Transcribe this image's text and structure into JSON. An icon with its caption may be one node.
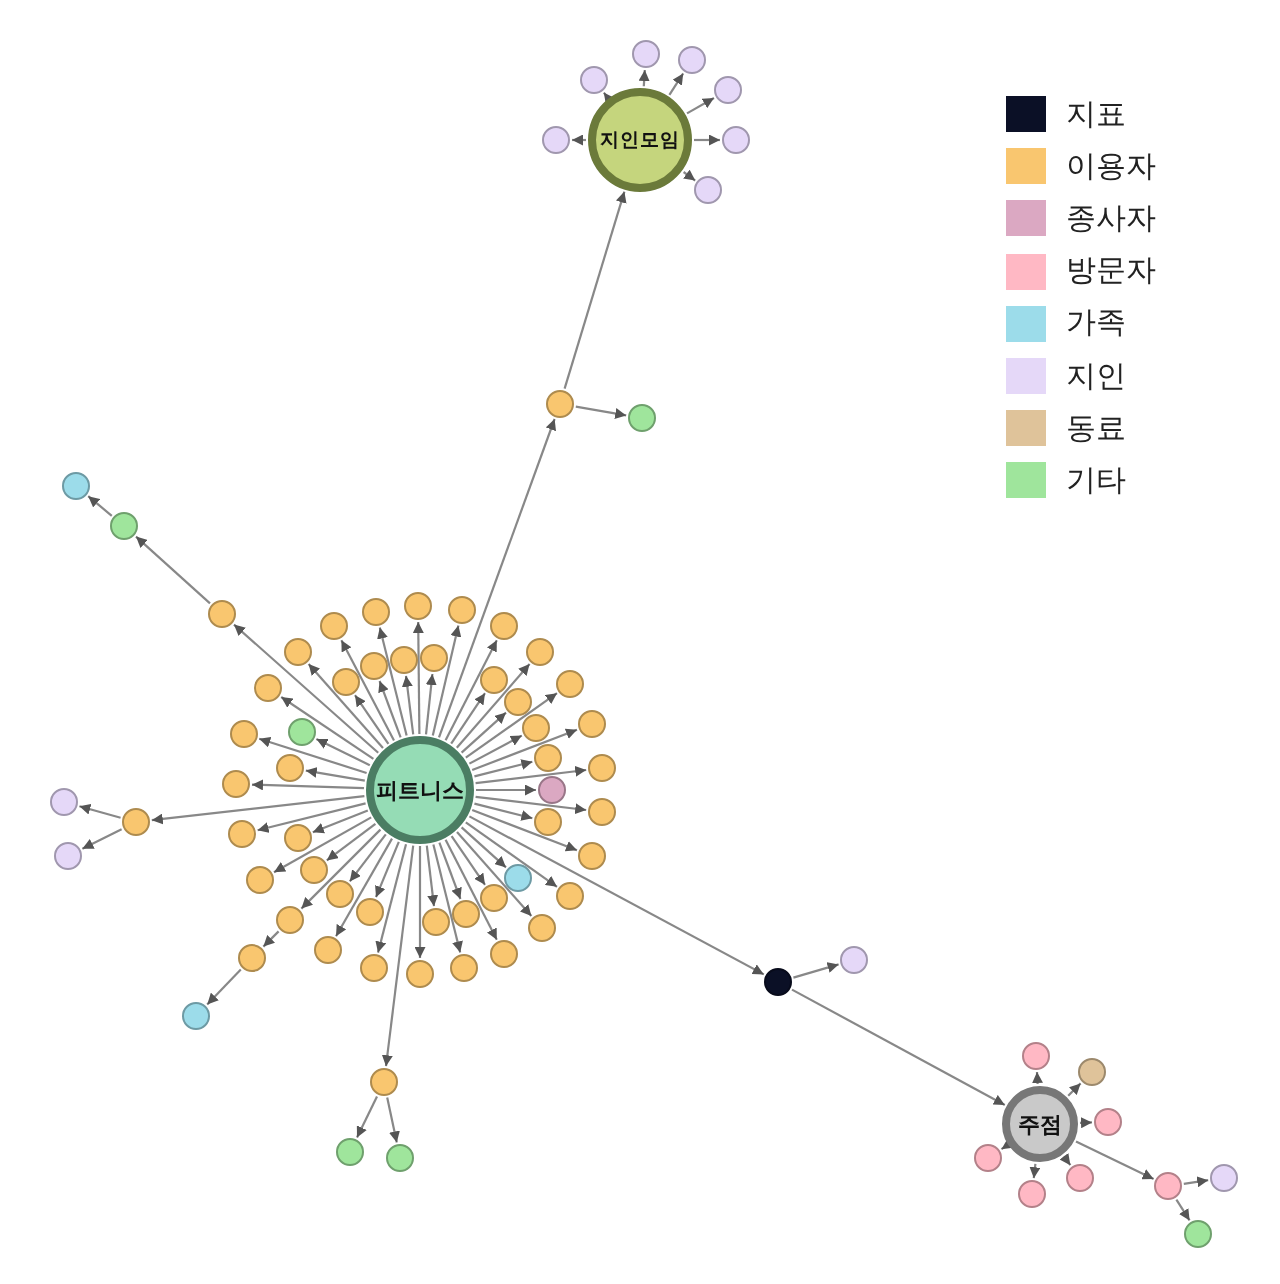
{
  "diagram": {
    "nodes": [
      {
        "text": [
          "지인모임"
        ]
      },
      {
        "text": [
          "피트니스"
        ]
      },
      {
        "text": [
          "주점"
        ]
      },
      {
        "text": [],
        "shape": "circle"
      },
      {
        "text": [],
        "shape": "circle"
      },
      {
        "text": [],
        "shape": "circle"
      },
      {
        "text": [],
        "shape": "circle"
      },
      {
        "text": [],
        "shape": "circle"
      },
      {
        "text": [],
        "shape": "circle"
      },
      {
        "text": [],
        "shape": "circle"
      },
      {
        "text": [],
        "shape": "circle"
      },
      {
        "text": [],
        "shape": "circle"
      },
      {
        "text": [],
        "shape": "circle"
      },
      {
        "text": [],
        "shape": "circle"
      },
      {
        "text": [],
        "shape": "circle"
      },
      {
        "text": [],
        "shape": "circle"
      },
      {
        "text": [],
        "shape": "circle"
      },
      {
        "text": [],
        "shape": "circle"
      },
      {
        "text": [],
        "shape": "circle"
      },
      {
        "text": [],
        "shape": "circle"
      },
      {
        "text": [],
        "shape": "circle"
      },
      {
        "text": [],
        "shape": "circle"
      },
      {
        "text": [],
        "shape": "circle"
      },
      {
        "text": [],
        "shape": "circle"
      },
      {
        "text": [],
        "shape": "circle"
      },
      {
        "text": [],
        "shape": "circle"
      },
      {
        "text": [],
        "shape": "circle"
      },
      {
        "text": [],
        "shape": "circle"
      },
      {
        "text": [],
        "shape": "circle"
      },
      {
        "text": [],
        "shape": "circle"
      },
      {
        "text": [],
        "shape": "circle"
      },
      {
        "text": [],
        "shape": "circle"
      },
      {
        "text": [],
        "shape": "circle"
      },
      {
        "text": [],
        "shape": "circle"
      },
      {
        "text": [],
        "shape": "circle"
      },
      {
        "text": [],
        "shape": "circle"
      },
      {
        "text": [],
        "shape": "circle"
      },
      {
        "text": [],
        "shape": "circle"
      },
      {
        "text": [],
        "shape": "circle"
      },
      {
        "text": [],
        "shape": "circle"
      },
      {
        "text": [],
        "shape": "circle"
      },
      {
        "text": [],
        "shape": "circle"
      },
      {
        "text": [],
        "shape": "circle"
      },
      {
        "text": [],
        "shape": "circle"
      },
      {
        "text": [],
        "shape": "circle"
      },
      {
        "text": [],
        "shape": "circle"
      },
      {
        "text": [],
        "shape": "circle"
      },
      {
        "text": [],
        "shape": "circle"
      },
      {
        "text": [],
        "shape": "circle"
      },
      {
        "text": [],
        "shape": "circle"
      },
      {
        "text": [],
        "shape": "circle"
      },
      {
        "text": [],
        "shape": "circle"
      },
      {
        "text": [],
        "shape": "circle"
      },
      {
        "text": [],
        "shape": "circle"
      },
      {
        "text": [],
        "shape": "circle"
      },
      {
        "text": [],
        "shape": "circle"
      },
      {
        "text": [],
        "shape": "circle"
      },
      {
        "text": [],
        "shape": "circle"
      },
      {
        "text": [],
        "shape": "circle"
      },
      {
        "text": [],
        "shape": "circle"
      },
      {
        "text": [],
        "shape": "circle"
      },
      {
        "text": [],
        "shape": "circle"
      },
      {
        "text": [],
        "shape": "circle"
      },
      {
        "text": [],
        "shape": "circle"
      },
      {
        "text": [],
        "shape": "circle"
      },
      {
        "text": [],
        "shape": "circle"
      },
      {
        "text": [],
        "shape": "circle"
      },
      {
        "text": [],
        "shape": "circle"
      },
      {
        "text": [],
        "shape": "circle"
      },
      {
        "text": [],
        "shape": "circle"
      },
      {
        "text": [],
        "shape": "circle"
      },
      {
        "text": [],
        "shape": "circle"
      },
      {
        "text": [],
        "shape": "circle"
      },
      {
        "text": [],
        "shape": "circle"
      },
      {
        "text": [],
        "shape": "circle"
      },
      {
        "text": [],
        "shape": "circle"
      },
      {
        "text": [],
        "shape": "circle"
      },
      {
        "text": [],
        "shape": "circle"
      },
      {
        "text": [],
        "shape": "circle"
      }
    ],
    "edges": [
      {
        "from": 0,
        "to": 3,
        "arrow": "to"
      },
      {
        "from": 0,
        "to": 4,
        "arrow": "to"
      },
      {
        "from": 0,
        "to": 5,
        "arrow": "to"
      },
      {
        "from": 0,
        "to": 6,
        "arrow": "to"
      },
      {
        "from": 0,
        "to": 7,
        "arrow": "to"
      },
      {
        "from": 0,
        "to": 8,
        "arrow": "to"
      },
      {
        "from": 0,
        "to": 9,
        "arrow": "to"
      },
      {
        "from": 1,
        "to": 10,
        "arrow": "to"
      },
      {
        "from": 10,
        "to": 0,
        "arrow": "to"
      },
      {
        "from": 10,
        "to": 11,
        "arrow": "to"
      },
      {
        "from": 1,
        "to": 14,
        "arrow": "to"
      },
      {
        "from": 14,
        "to": 13,
        "arrow": "to"
      },
      {
        "from": 13,
        "to": 12,
        "arrow": "to"
      },
      {
        "from": 1,
        "to": 15,
        "arrow": "to"
      },
      {
        "from": 1,
        "to": 16,
        "arrow": "to"
      },
      {
        "from": 1,
        "to": 17,
        "arrow": "to"
      },
      {
        "from": 1,
        "to": 18,
        "arrow": "to"
      },
      {
        "from": 1,
        "to": 19,
        "arrow": "to"
      },
      {
        "from": 1,
        "to": 20,
        "arrow": "to"
      },
      {
        "from": 1,
        "to": 21,
        "arrow": "to"
      },
      {
        "from": 1,
        "to": 22,
        "arrow": "to"
      },
      {
        "from": 1,
        "to": 23,
        "arrow": "to"
      },
      {
        "from": 1,
        "to": 24,
        "arrow": "to"
      },
      {
        "from": 1,
        "to": 25,
        "arrow": "to"
      },
      {
        "from": 1,
        "to": 26,
        "arrow": "to"
      },
      {
        "from": 1,
        "to": 27,
        "arrow": "to"
      },
      {
        "from": 1,
        "to": 28,
        "arrow": "to"
      },
      {
        "from": 1,
        "to": 29,
        "arrow": "to"
      },
      {
        "from": 1,
        "to": 30,
        "arrow": "to"
      },
      {
        "from": 1,
        "to": 31,
        "arrow": "to"
      },
      {
        "from": 1,
        "to": 32,
        "arrow": "to"
      },
      {
        "from": 1,
        "to": 33,
        "arrow": "to"
      },
      {
        "from": 1,
        "to": 34,
        "arrow": "to"
      },
      {
        "from": 1,
        "to": 35,
        "arrow": "to"
      },
      {
        "from": 1,
        "to": 36,
        "arrow": "to"
      },
      {
        "from": 1,
        "to": 37,
        "arrow": "to"
      },
      {
        "from": 1,
        "to": 38,
        "arrow": "to"
      },
      {
        "from": 1,
        "to": 39,
        "arrow": "to"
      },
      {
        "from": 1,
        "to": 40,
        "arrow": "to"
      },
      {
        "from": 1,
        "to": 41,
        "arrow": "to"
      },
      {
        "from": 1,
        "to": 42,
        "arrow": "to"
      },
      {
        "from": 1,
        "to": 43,
        "arrow": "to"
      },
      {
        "from": 1,
        "to": 44,
        "arrow": "to"
      },
      {
        "from": 1,
        "to": 45,
        "arrow": "to"
      },
      {
        "from": 1,
        "to": 46,
        "arrow": "to"
      },
      {
        "from": 1,
        "to": 47,
        "arrow": "to"
      },
      {
        "from": 1,
        "to": 48,
        "arrow": "to"
      },
      {
        "from": 1,
        "to": 49,
        "arrow": "to"
      },
      {
        "from": 1,
        "to": 50,
        "arrow": "to"
      },
      {
        "from": 1,
        "to": 51,
        "arrow": "to"
      },
      {
        "from": 1,
        "to": 52,
        "arrow": "to"
      },
      {
        "from": 1,
        "to": 53,
        "arrow": "to"
      },
      {
        "from": 1,
        "to": 54,
        "arrow": "to"
      },
      {
        "from": 1,
        "to": 55,
        "arrow": "to"
      },
      {
        "from": 1,
        "to": 56,
        "arrow": "to"
      },
      {
        "from": 1,
        "to": 57,
        "arrow": "to"
      },
      {
        "from": 1,
        "to": 58,
        "arrow": "to"
      },
      {
        "from": 1,
        "to": 59,
        "arrow": "to"
      },
      {
        "from": 50,
        "to": 63,
        "arrow": "to"
      },
      {
        "from": 63,
        "to": 64,
        "arrow": "to"
      },
      {
        "from": 1,
        "to": 60,
        "arrow": "to"
      },
      {
        "from": 60,
        "to": 61,
        "arrow": "to"
      },
      {
        "from": 60,
        "to": 62,
        "arrow": "to"
      },
      {
        "from": 1,
        "to": 67,
        "arrow": "to"
      },
      {
        "from": 67,
        "to": 68,
        "arrow": "to"
      },
      {
        "from": 67,
        "to": 69,
        "arrow": "to"
      },
      {
        "from": 1,
        "to": 65,
        "arrow": "to"
      },
      {
        "from": 65,
        "to": 66,
        "arrow": "to"
      },
      {
        "from": 65,
        "to": 2,
        "arrow": "to"
      },
      {
        "from": 2,
        "to": 70,
        "arrow": "to"
      },
      {
        "from": 2,
        "to": 71,
        "arrow": "to"
      },
      {
        "from": 2,
        "to": 72,
        "arrow": "to"
      },
      {
        "from": 2,
        "to": 73,
        "arrow": "to"
      },
      {
        "from": 2,
        "to": 74,
        "arrow": "to"
      },
      {
        "from": 2,
        "to": 75,
        "arrow": "to"
      },
      {
        "from": 2,
        "to": 76,
        "arrow": "to"
      },
      {
        "from": 76,
        "to": 77,
        "arrow": "to"
      },
      {
        "from": 76,
        "to": 78,
        "arrow": "to"
      }
    ],
    "legend": [
      {
        "text": "지표",
        "color": "#0b1026"
      },
      {
        "text": "이용자",
        "color": "#f9c66f"
      },
      {
        "text": "종사자",
        "color": "#dba8c2"
      },
      {
        "text": "방문자",
        "color": "#ffb8c4"
      },
      {
        "text": "가족",
        "color": "#9cdcea"
      },
      {
        "text": "지인",
        "color": "#e5d8f8"
      },
      {
        "text": "동료",
        "color": "#dfc39a"
      },
      {
        "text": "기타",
        "color": "#9fe59c"
      }
    ]
  }
}
